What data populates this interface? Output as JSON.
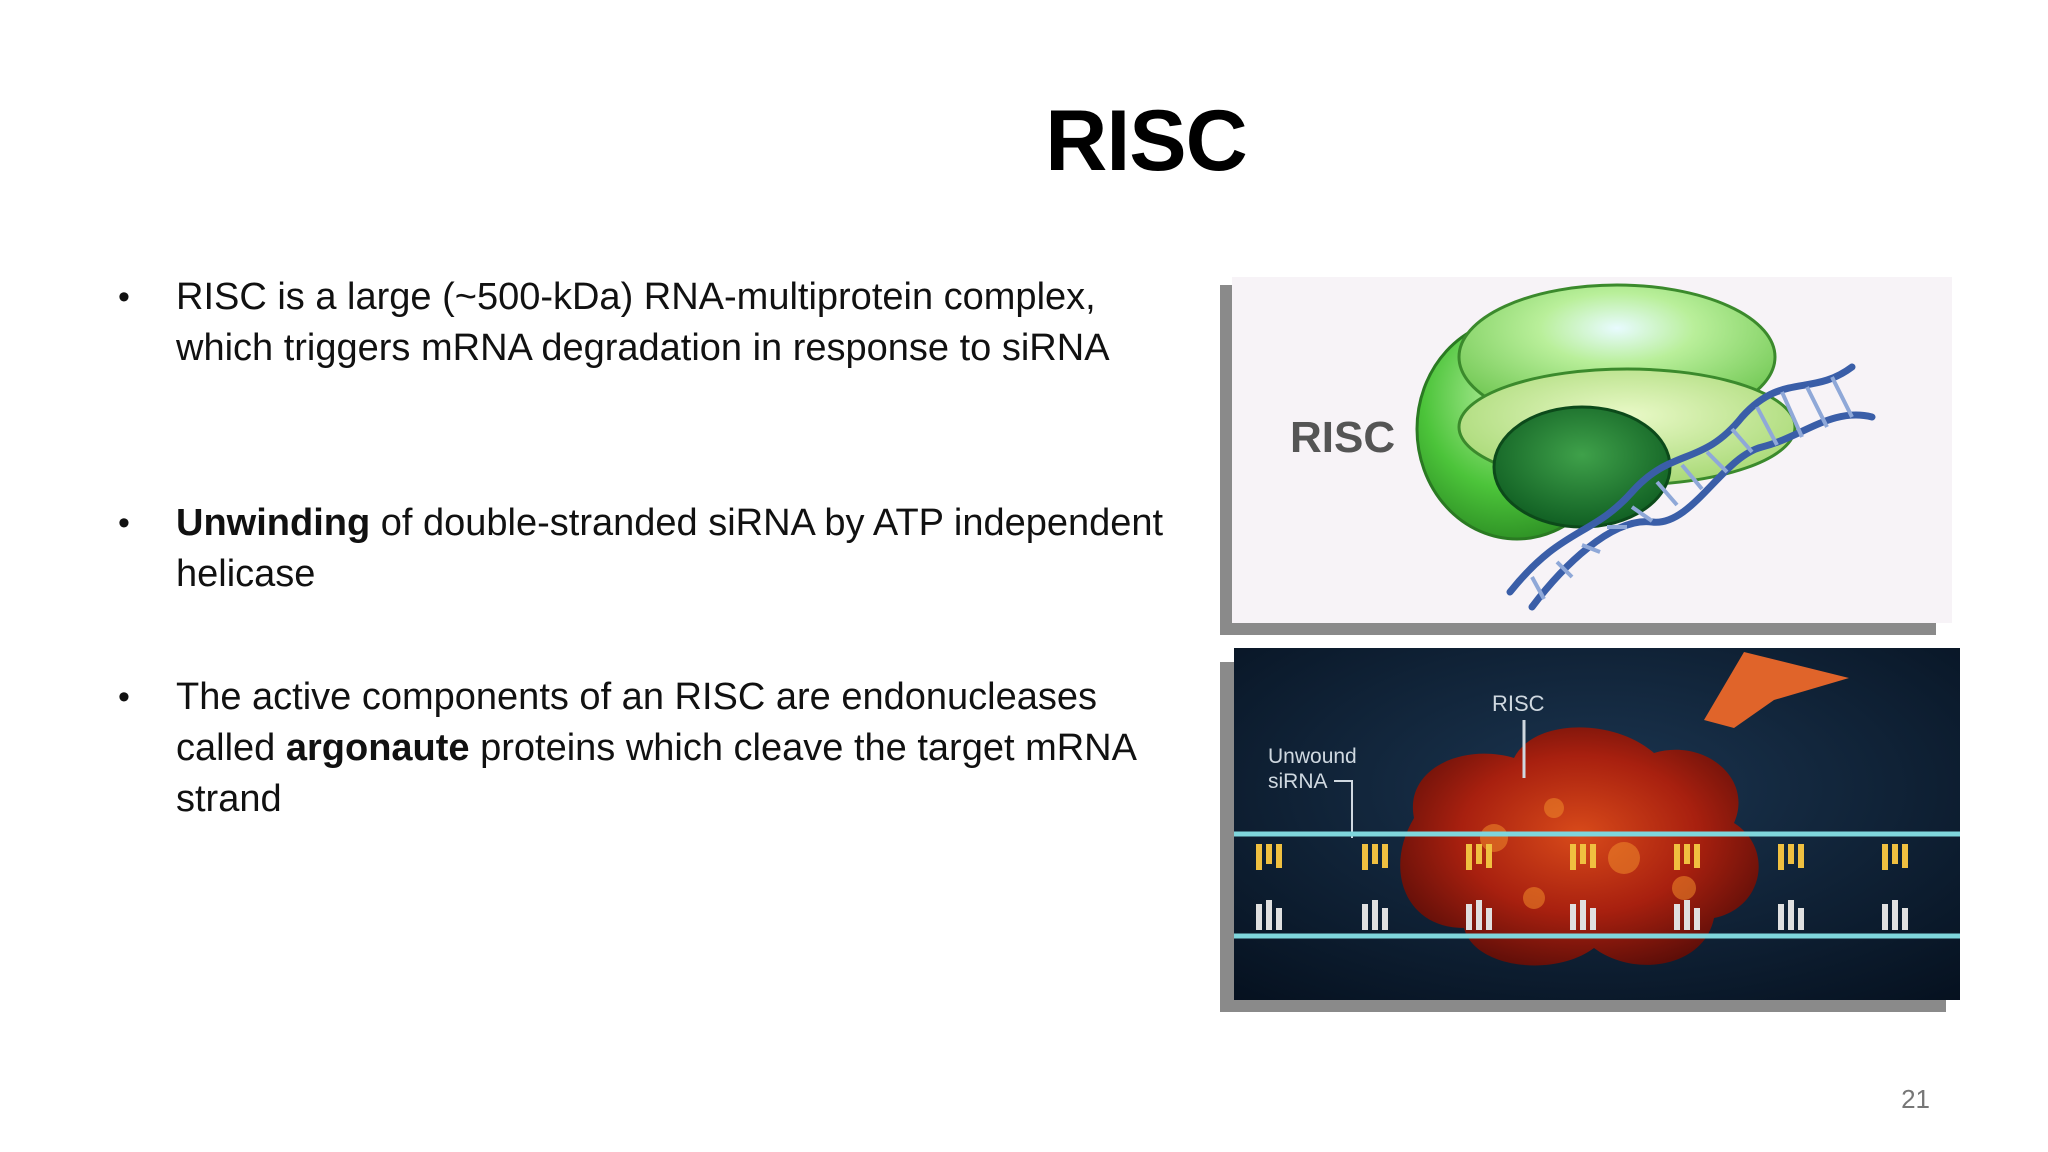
{
  "slide": {
    "title": "RISC",
    "bullets": [
      {
        "text": "RISC is a large (~500-kDa) RNA-multiprotein complex, which triggers mRNA degradation in response to siRNA"
      },
      {
        "bold": "Unwinding",
        "text": " of double-stranded siRNA by ATP independent helicase"
      },
      {
        "pre": "The active components of an RISC are endonucleases called ",
        "bold": "argonaute",
        "post": "  proteins which cleave the target mRNA strand"
      }
    ],
    "figure_top": {
      "label": "RISC"
    },
    "figure_bottom": {
      "label_risc": "RISC",
      "label_unwound_line1": "Unwound",
      "label_unwound_line2": "siRNA"
    },
    "page_number": "21"
  }
}
